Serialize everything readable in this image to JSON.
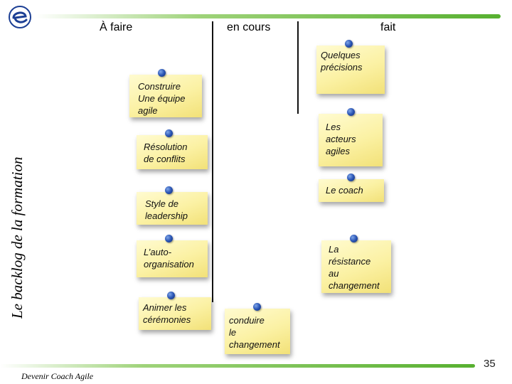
{
  "columns": {
    "todo": "À faire",
    "in_progress": "en cours",
    "done": "fait"
  },
  "side_title": "Le backlog de la formation",
  "footer": "Devenir Coach Agile",
  "page_number": "35",
  "todo_notes": [
    {
      "text": "Construire\nUne équipe\nagile"
    },
    {
      "text": "Résolution\nde conflits"
    },
    {
      "text": "Style de\nleadership"
    },
    {
      "text": "L’auto-\norganisation"
    },
    {
      "text": "Animer les\ncérémonies"
    }
  ],
  "in_progress_notes": [
    {
      "text": "conduire\nle\nchangement"
    }
  ],
  "done_notes": [
    {
      "text": "Quelques\nprécisions"
    },
    {
      "text": "Les\nacteurs\nagiles"
    },
    {
      "text": "Le coach"
    },
    {
      "text": "La\nrésistance\nau\nchangement"
    }
  ],
  "colors": {
    "accent_green": "#57b030",
    "pin_blue": "#2a55b5",
    "note_yellow": "#fbf1a3",
    "logo_blue": "#1c3f94"
  }
}
